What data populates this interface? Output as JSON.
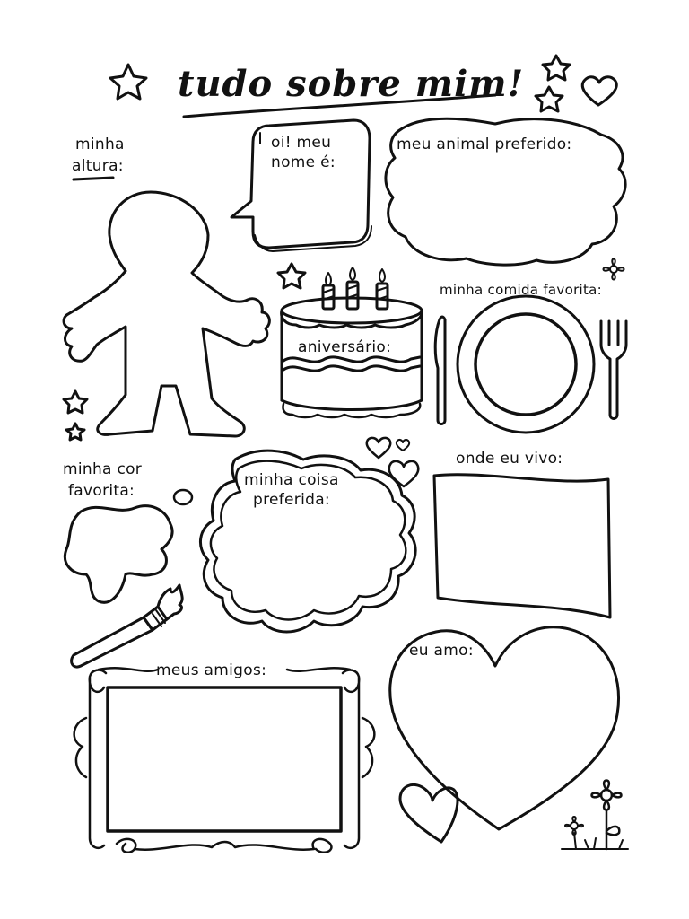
{
  "title": "tudo sobre mim!",
  "labels": {
    "height_line1": "minha",
    "height_line2": "altura:",
    "name_line1": "oi! meu",
    "name_line2": "nome é:",
    "animal": "meu animal preferido:",
    "food": "minha comida favorita:",
    "birthday": "aniversário:",
    "color_line1": "minha cor",
    "color_line2": "favorita:",
    "thing_line1": "minha coisa",
    "thing_line2": "preferida:",
    "home": "onde eu vivo:",
    "friends": "meus amigos:",
    "love": "eu amo:"
  },
  "icons": [
    "star-icon",
    "heart-icon",
    "flower-icon",
    "cake-icon",
    "plate-icon",
    "knife-icon",
    "fork-icon",
    "paintbrush-icon",
    "flag-icon",
    "person-outline-icon"
  ],
  "colors": {
    "ink": "#111111",
    "paper": "#ffffff"
  }
}
